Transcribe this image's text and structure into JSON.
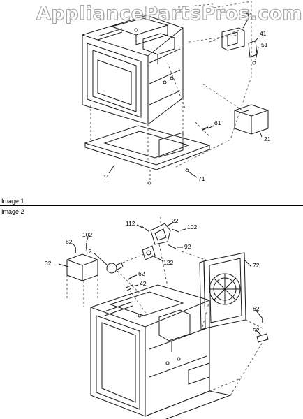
{
  "watermark": "AppliancePartsPros.com",
  "sections": [
    {
      "label": "Image 1"
    },
    {
      "label": "Image 2"
    }
  ],
  "callouts_image1": [
    "31",
    "41",
    "51",
    "61",
    "21",
    "11",
    "71"
  ],
  "callouts_image2": [
    "112",
    "22",
    "102",
    "92",
    "102",
    "82",
    "12",
    "32",
    "122",
    "62",
    "42",
    "72",
    "62",
    "52"
  ],
  "colors": {
    "line": "#1a1a1a",
    "dash": "#555555",
    "watermark": "#9a9a9a"
  }
}
